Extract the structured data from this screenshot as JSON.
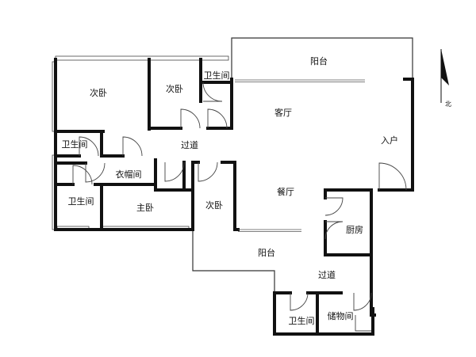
{
  "rooms": {
    "balcony_top": "阳台",
    "bedroom_left": "次卧",
    "bedroom_mid": "次卧",
    "bath_top": "卫生间",
    "living": "客厅",
    "bath_left": "卫生间",
    "corridor_top": "过道",
    "entrance": "入户",
    "closet": "衣帽间",
    "dining": "餐厅",
    "bath_master": "卫生间",
    "master": "主卧",
    "bedroom_small": "次卧",
    "kitchen": "厨房",
    "balcony_bottom": "阳台",
    "corridor_bottom": "过道",
    "bath_bottom": "卫生间",
    "storage": "储物间"
  },
  "compass": {
    "north": "北"
  }
}
